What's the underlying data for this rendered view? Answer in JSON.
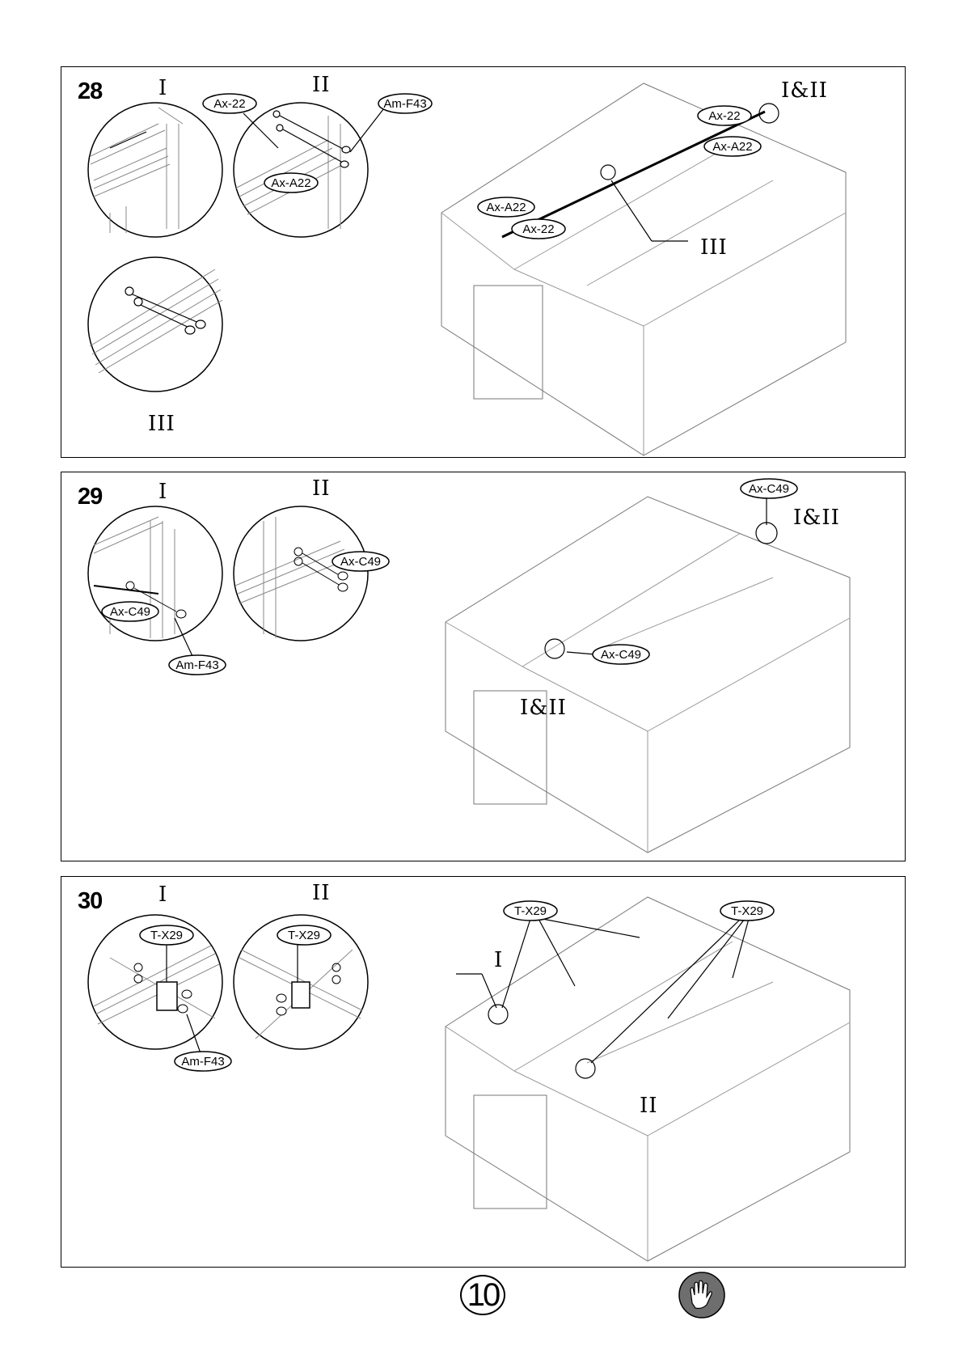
{
  "steps": [
    {
      "number": "28",
      "details": {
        "first": "I",
        "second": "II",
        "third": "III",
        "main": "I&II",
        "main_third": "III"
      },
      "parts": {
        "ax22": "Ax-22",
        "amf43": "Am-F43",
        "axa22": "Ax-A22"
      }
    },
    {
      "number": "29",
      "details": {
        "first": "I",
        "second": "II",
        "main_top": "I&II",
        "main_bottom": "I&II"
      },
      "parts": {
        "axc49": "Ax-C49",
        "amf43": "Am-F43"
      }
    },
    {
      "number": "30",
      "details": {
        "first": "I",
        "second": "II",
        "main_first": "I",
        "main_second": "II"
      },
      "parts": {
        "tx29": "T-X29",
        "amf43": "Am-F43"
      }
    }
  ],
  "page_number": "10",
  "icons": {
    "safety": "gloves-icon"
  },
  "colors": {
    "ink": "#000000",
    "shed_line": "#9a9a9a",
    "glove_fill": "#6e6e6e"
  }
}
